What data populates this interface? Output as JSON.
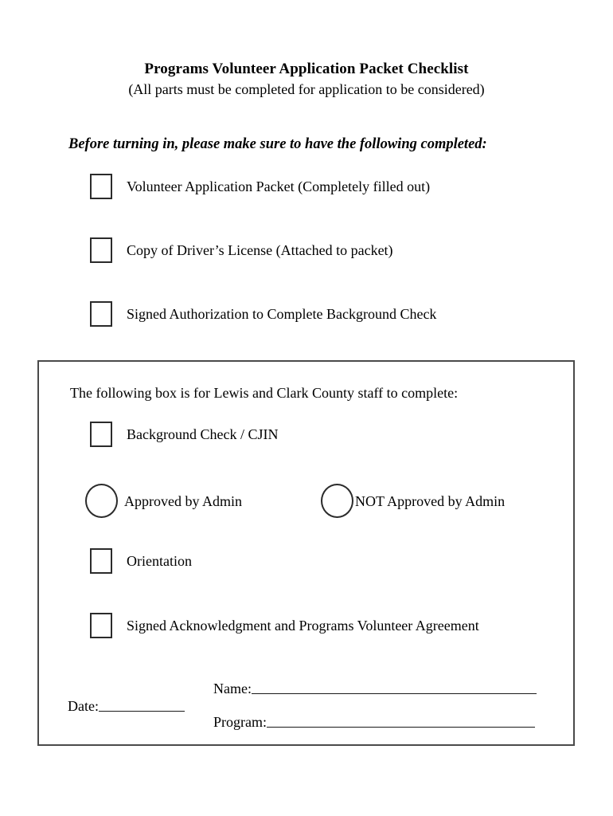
{
  "document": {
    "title": "Programs Volunteer Application Packet Checklist",
    "subtitle": "(All parts must be completed for application to be considered)",
    "intro": "Before turning in, please make sure to have the following completed:"
  },
  "applicant_checklist": {
    "items": [
      {
        "label": "Volunteer Application Packet (Completely filled out)",
        "control": "checkbox",
        "checked": false
      },
      {
        "label": "Copy of Driver’s License (Attached to packet)",
        "control": "checkbox",
        "checked": false
      },
      {
        "label": "Signed Authorization to Complete Background Check",
        "control": "checkbox",
        "checked": false
      }
    ]
  },
  "staff_box": {
    "intro": "The following box is for Lewis and Clark County staff to complete:",
    "items": [
      {
        "label": "Background Check / CJIN",
        "control": "checkbox",
        "checked": false
      },
      {
        "label": "Approved by Admin",
        "control": "radio",
        "checked": false
      },
      {
        "label": "NOT Approved by Admin",
        "control": "radio",
        "checked": false
      },
      {
        "label": "Orientation",
        "control": "checkbox",
        "checked": false
      },
      {
        "label": "Signed Acknowledgment and Programs Volunteer Agreement",
        "control": "checkbox",
        "checked": false
      }
    ],
    "fields": [
      {
        "label": "Name:",
        "value": ""
      },
      {
        "label": "Date:",
        "value": ""
      },
      {
        "label": "Program:",
        "value": ""
      }
    ]
  },
  "colors": {
    "page_background": "#ffffff",
    "text": "#000000",
    "box_border": "#4a4a4a",
    "control_border": "#2b2b2b",
    "rule": "#1a1a1a"
  }
}
